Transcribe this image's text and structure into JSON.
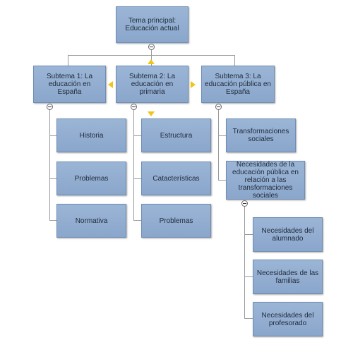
{
  "diagram": {
    "root": {
      "label": "Tema principal:\nEducación actual"
    },
    "subtopics": [
      {
        "label": "Subtema 1:  La\neducación en España",
        "children": [
          "Historia",
          "Problemas",
          "Normativa"
        ]
      },
      {
        "label": "Subtema 2: La\neducación en primaria",
        "children": [
          "Estructura",
          "Catacterísticas",
          "Problemas"
        ]
      },
      {
        "label": "Subtema 3: La\neducación pública en\nEspaña",
        "children": [
          {
            "label": "Transformaciones\nsociales"
          },
          {
            "label": "Necesidades de la\neducación pública en\nrelación a las\ntransformaciones sociales",
            "children": [
              "Necesidades del\nalumnado",
              "Necesidades de las\nfamilias",
              "Necesidades del\nprofesorado"
            ]
          }
        ]
      }
    ]
  },
  "colors": {
    "node_fill": "#8aa6cb",
    "node_border": "#6d8db6",
    "connector": "#9a9a9a",
    "selection_arrow": "#f0c419"
  }
}
